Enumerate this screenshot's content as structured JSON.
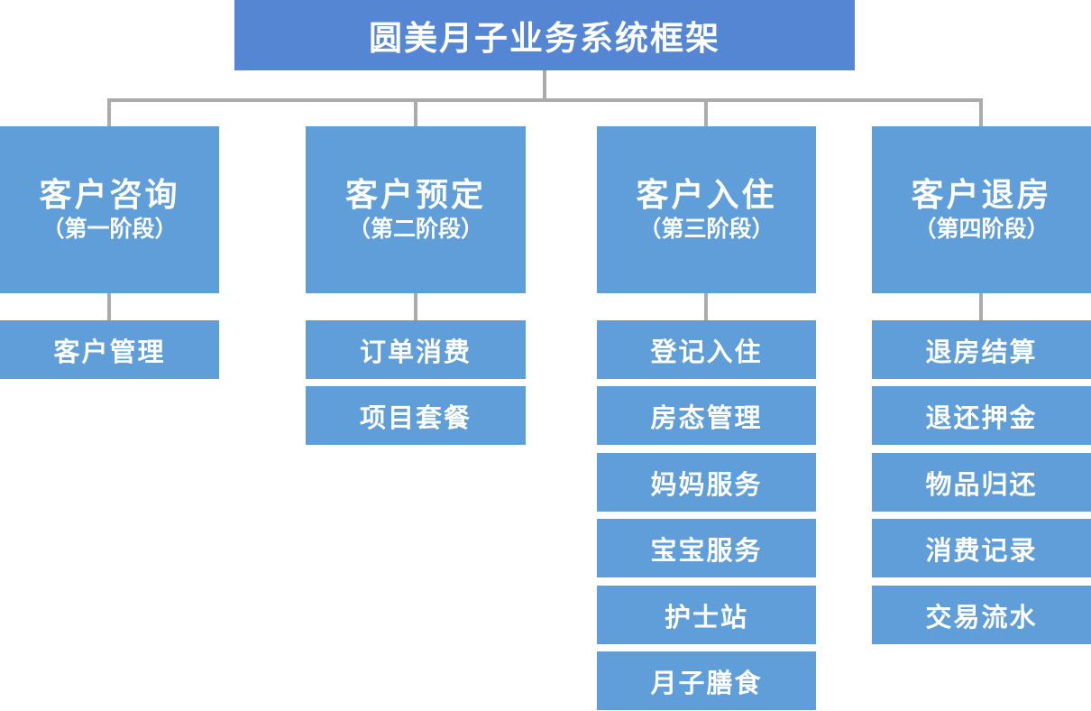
{
  "root": {
    "title": "圆美月子业务系统框架"
  },
  "columns": [
    {
      "title": "客户咨询",
      "subtitle": "（第一阶段）",
      "children": [
        "客户管理"
      ]
    },
    {
      "title": "客户预定",
      "subtitle": "（第二阶段）",
      "children": [
        "订单消费",
        "项目套餐"
      ]
    },
    {
      "title": "客户入住",
      "subtitle": "（第三阶段）",
      "children": [
        "登记入住",
        "房态管理",
        "妈妈服务",
        "宝宝服务",
        "护士站",
        "月子膳食"
      ]
    },
    {
      "title": "客户退房",
      "subtitle": "（第四阶段）",
      "children": [
        "退房结算",
        "退还押金",
        "物品归还",
        "消费记录",
        "交易流水"
      ]
    }
  ],
  "colors": {
    "root_box": "#5586D4",
    "stage_box": "#5F9ED8",
    "connector": "#ABABAB",
    "text": "#FFFFFF"
  }
}
